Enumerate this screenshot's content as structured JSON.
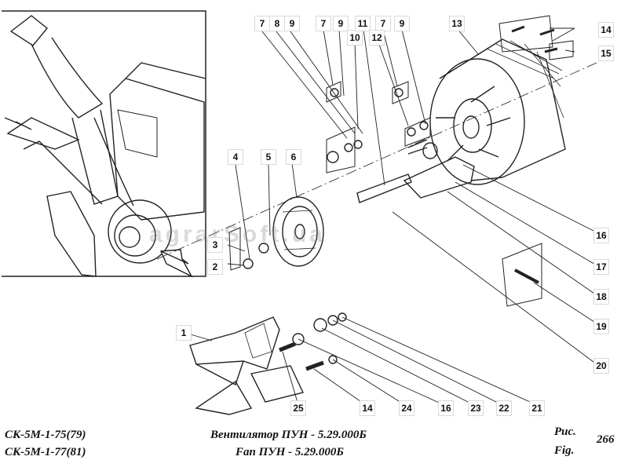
{
  "callouts": [
    "1",
    "2",
    "3",
    "4",
    "5",
    "6",
    "7",
    "8",
    "9",
    "7",
    "9",
    "10",
    "11",
    "7",
    "12",
    "9",
    "13",
    "14",
    "15",
    "16",
    "17",
    "18",
    "19",
    "20",
    "21",
    "22",
    "23",
    "16",
    "24",
    "14",
    "25"
  ],
  "watermark": "agrarSoft.ua",
  "footer": {
    "codes": [
      "СК-5М-1-75(79)",
      "СК-5М-1-77(81)"
    ],
    "caption_ru": "Вентилятор ПУН - 5.29.000Б",
    "caption_en": "Fan ПУН - 5.29.000Б",
    "fig_ru": "Рис.",
    "fig_en": "Fig.",
    "fig_number": "266"
  }
}
